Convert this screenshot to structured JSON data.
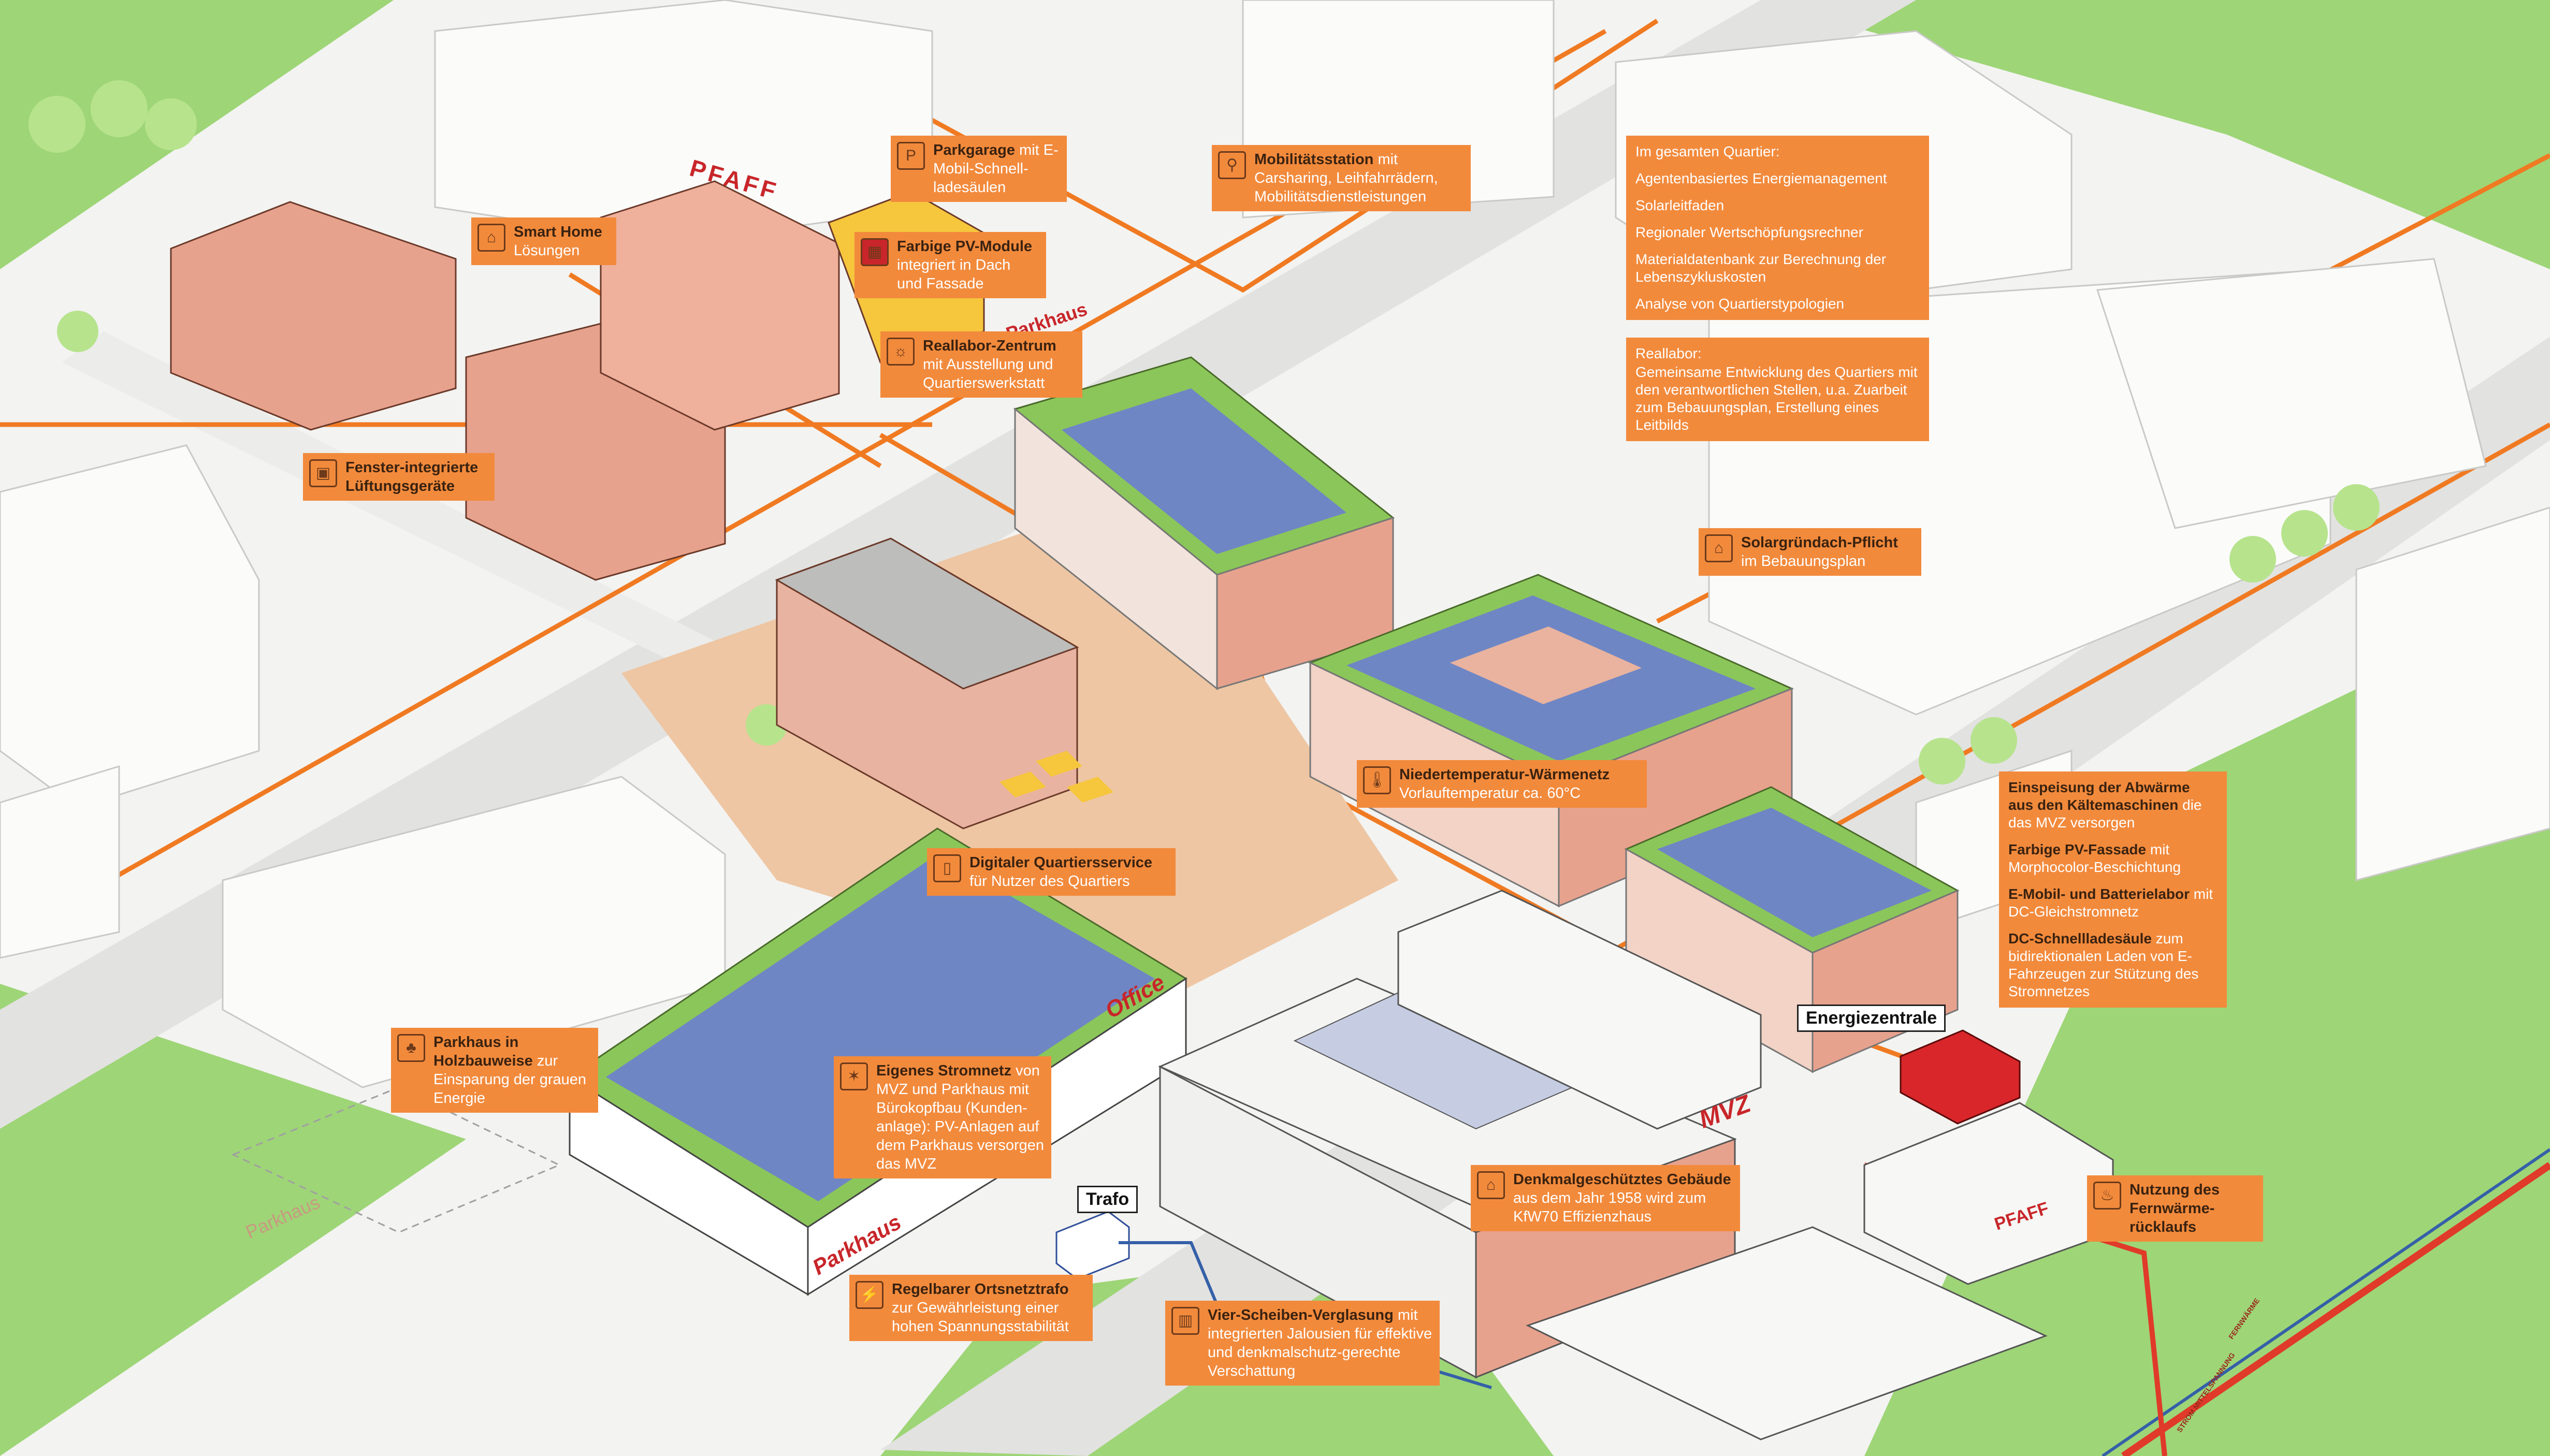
{
  "colors": {
    "orange": "#f28a3c",
    "orange_line": "#f07a22",
    "road": "#e4e4e2",
    "green": "#8fd066",
    "plaza": "#efc9a7",
    "brick": "#e8a48f",
    "roof_green": "#8bc65a",
    "solar": "#6f86c4",
    "fernwaerme": "#e03a2a",
    "strom": "#3560a8"
  },
  "signs": {
    "pfaff_top": "PFAFF",
    "parkhaus_top": "Parkhaus",
    "office": "Office",
    "parkhaus_main": "Parkhaus",
    "parkhaus_dashed": "Parkhaus",
    "mvz": "MVZ",
    "pfaff_bottom": "PFAFF"
  },
  "labels": {
    "energiezentrale": "Energiezentrale",
    "trafo": "Trafo"
  },
  "pipes": {
    "fernwaerme": "FERNWÄRME",
    "strom": "STROM MITTELSPANNUNG"
  },
  "callouts": {
    "parkgarage": {
      "icon": "parking-garage-icon",
      "bold": "Parkgarage",
      "text": " mit E-Mobil-Schnell-ladesäulen"
    },
    "mobilitaet": {
      "icon": "mobility-station-icon",
      "bold": "Mobilitätsstation",
      "text": " mit Carsharing, Leihfahrrädern, Mobilitätsdienstleistungen"
    },
    "smarthome": {
      "icon": "smart-home-icon",
      "bold": "Smart Home",
      "text": " Lösungen"
    },
    "pvmodule": {
      "icon": "solar-panel-icon",
      "bold": "Farbige PV-Module",
      "text": " integriert in Dach und Fassade"
    },
    "reallabor_zentrum": {
      "icon": "lightbulb-icon",
      "bold": "Reallabor-Zentrum",
      "text": " mit Ausstellung und Quartierswerkstatt"
    },
    "fenster": {
      "icon": "window-vent-icon",
      "bold": "Fenster-integrierte Lüftungsgeräte",
      "text": ""
    },
    "solargruendach": {
      "icon": "solar-roof-icon",
      "bold": "Solargründach-Pflicht",
      "text": " im Bebauungsplan"
    },
    "niedertemperatur": {
      "icon": "thermometer-icon",
      "bold": "Niedertemperatur-Wärmenetz",
      "text": " Vorlauftemperatur ca. 60°C"
    },
    "digital": {
      "icon": "smartphone-icon",
      "bold": "Digitaler Quartiersservice",
      "text": " für Nutzer des Quartiers"
    },
    "holzbau": {
      "icon": "tree-icon",
      "bold": "Parkhaus in Holzbauweise",
      "text": " zur Einsparung der grauen Energie"
    },
    "stromnetz": {
      "icon": "network-icon",
      "bold": "Eigenes Stromnetz",
      "text": " von MVZ und Parkhaus mit Bürokopfbau (Kunden-anlage): PV-Anlagen auf dem Parkhaus versorgen das MVZ"
    },
    "ortsnetztrafo": {
      "icon": "transformer-icon",
      "bold": "Regelbarer Ortsnetztrafo",
      "text": " zur Gewährleistung einer hohen Spannungsstabilität"
    },
    "verglasung": {
      "icon": "glazing-icon",
      "bold": "Vier-Scheiben-Verglasung",
      "text": " mit integrierten Jalousien für effektive und denkmalschutz-gerechte Verschattung"
    },
    "denkmal": {
      "icon": "monument-icon",
      "bold": "Denkmalgeschütztes Gebäude",
      "text": " aus dem Jahr 1958 wird zum KfW70 Effizienzhaus"
    },
    "fernwaerme": {
      "icon": "heat-pipe-icon",
      "bold": "Nutzung des Fernwärme-rücklaufs",
      "text": ""
    }
  },
  "quartier": {
    "heading": "Im gesamten Quartier:",
    "items": [
      "Agentenbasiertes Energiemanagement",
      "Solarleitfaden",
      "Regionaler Wertschöpfungsrechner",
      "Materialdatenbank zur Berechnung der Lebenszykluskosten",
      "Analyse von Quartierstypologien"
    ]
  },
  "reallabor": {
    "heading": "Reallabor:",
    "text": "Gemeinsame Entwicklung des Quartiers mit den verantwortlichen Stellen, u.a. Zuarbeit zum Bebauungsplan, Erstellung eines Leitbilds"
  },
  "energie": {
    "items": [
      {
        "bold": "Einspeisung der Abwärme aus den Kältemaschinen",
        "text": " die das MVZ versorgen"
      },
      {
        "bold": "Farbige PV-Fassade",
        "text": " mit Morphocolor-Beschichtung"
      },
      {
        "bold": "E-Mobil- und Batterielabor",
        "text": " mit DC-Gleichstromnetz"
      },
      {
        "bold": "DC-Schnellladesäule",
        "text": " zum bidirektionalen Laden von E-Fahrzeugen zur Stützung des Stromnetzes"
      }
    ]
  }
}
